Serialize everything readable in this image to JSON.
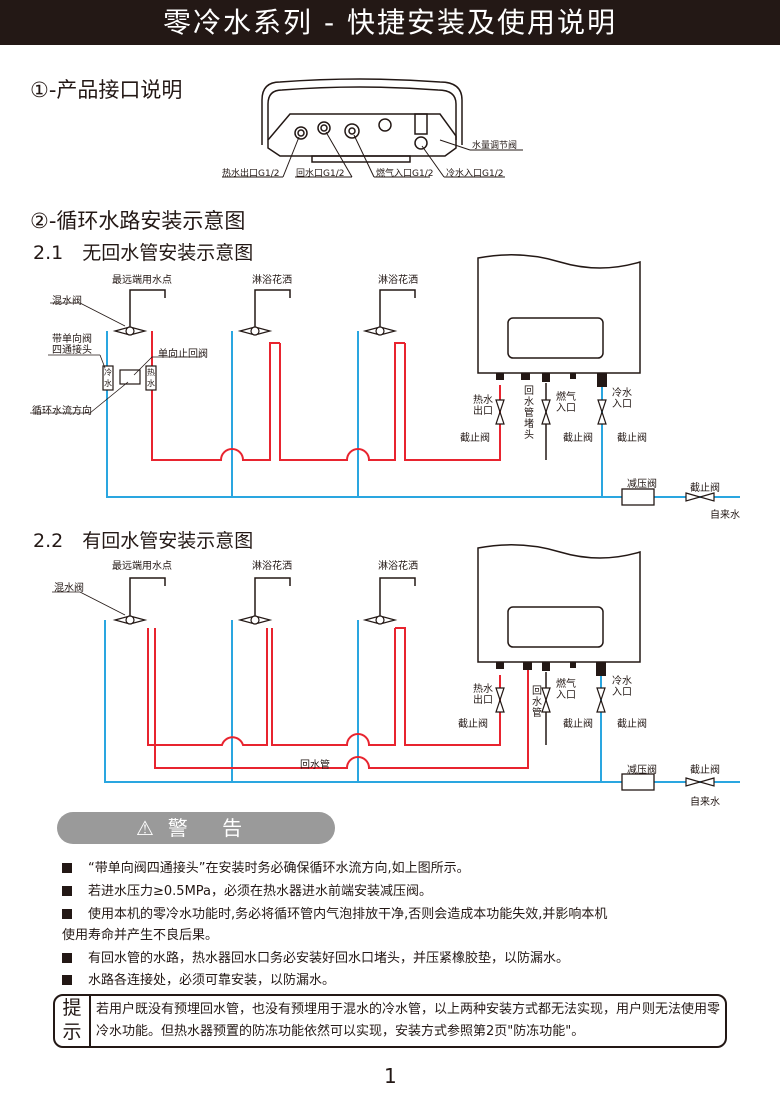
{
  "banner": {
    "title": "零冷水系列 - 快捷安装及使用说明"
  },
  "section1": {
    "title": "①-产品接口说明",
    "labels": {
      "hot_out": "热水出口G1/2",
      "return_in": "回水口G1/2",
      "gas_in": "燃气入口G1/2",
      "cold_in": "冷水入口G1/2",
      "flow_valve": "水量调节阀"
    }
  },
  "section2": {
    "title": "②-循环水路安装示意图",
    "sub1": {
      "title": "2.1　无回水管安装示意图",
      "far_point": "最远端用水点",
      "shower1": "淋浴花洒",
      "shower2": "淋浴花洒",
      "mix_valve": "混水阀",
      "four_way": "带单向阀\n四通接头",
      "check_valve": "单向止回阀",
      "flow_dir": "循环水流方向",
      "cold": "冷水",
      "hot": "热水",
      "hot_out": "热水出口",
      "return_plug": "回水管堵头",
      "gas_in": "燃气入口",
      "cold_in": "冷水入口",
      "stop_valve": "截止阀",
      "reducing_valve": "减压阀",
      "tap_water": "自来水"
    },
    "sub2": {
      "title": "2.2　有回水管安装示意图",
      "far_point": "最远端用水点",
      "shower1": "淋浴花洒",
      "shower2": "淋浴花洒",
      "mix_valve": "混水阀",
      "return_pipe": "回水管",
      "hot_out": "热水出口",
      "return_label": "回水管",
      "gas_in": "燃气入口",
      "cold_in": "冷水入口",
      "stop_valve": "截止阀",
      "reducing_valve": "减压阀",
      "tap_water": "自来水"
    }
  },
  "warning": {
    "title": "警 告",
    "items": [
      "“带单向阀四通接头”在安装时务必确保循环水流方向,如上图所示。",
      "若进水压力≥0.5MPa，必须在热水器进水前端安装减压阀。",
      "使用本机的零冷水功能时,务必将循环管内气泡排放干净,否则会造成本功能失效,并影响本机",
      "使用寿命并产生不良后果。",
      "有回水管的水路，热水器回水口务必安装好回水口堵头，并压紧橡胶垫，以防漏水。",
      "水路各连接处，必须可靠安装，以防漏水。"
    ]
  },
  "tip": {
    "label": "提示",
    "text": "若用户既没有预埋回水管，也没有预埋用于混水的冷水管，以上两种安装方式都无法实现，用户则无法使用零冷水功能。但热水器预置的防冻功能依然可以实现，安装方式参照第2页\"防冻功能\"。"
  },
  "page_number": "1",
  "colors": {
    "hot_pipe": "#e8242f",
    "cold_pipe": "#2aa6e0",
    "ink": "#231815",
    "warn_bg": "#9a9a9a"
  }
}
